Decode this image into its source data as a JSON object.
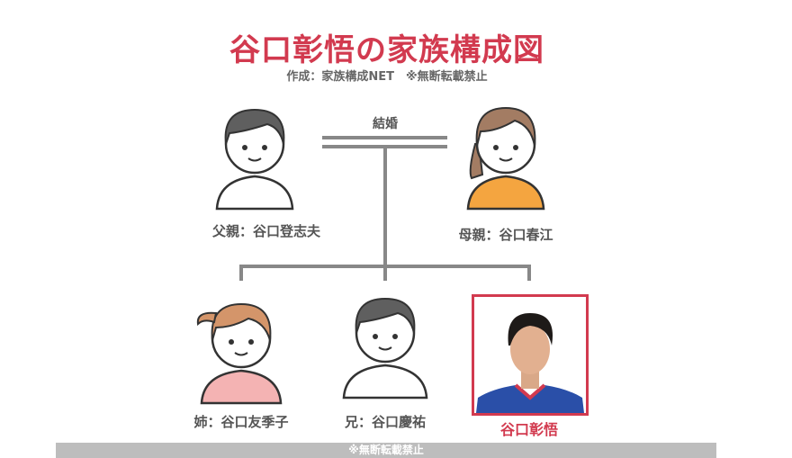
{
  "title": "谷口彰悟の家族構成図",
  "subtitle": "作成：家族構成NET　※無断転載禁止",
  "marriage_label": "結婚",
  "father": {
    "label": "父親：谷口登志夫"
  },
  "mother": {
    "label": "母親：谷口春江"
  },
  "sister": {
    "label": "姉：谷口友季子"
  },
  "brother": {
    "label": "兄：谷口慶祐"
  },
  "subject": {
    "label": "谷口彰悟"
  },
  "footer": "※無断転載禁止",
  "colors": {
    "accent": "#d23a4f",
    "line": "#888888",
    "hair_dark": "#5f5f5f",
    "hair_brown": "#a37c63",
    "mother_shirt": "#f4a540",
    "sister_shirt": "#f4b3b3"
  }
}
